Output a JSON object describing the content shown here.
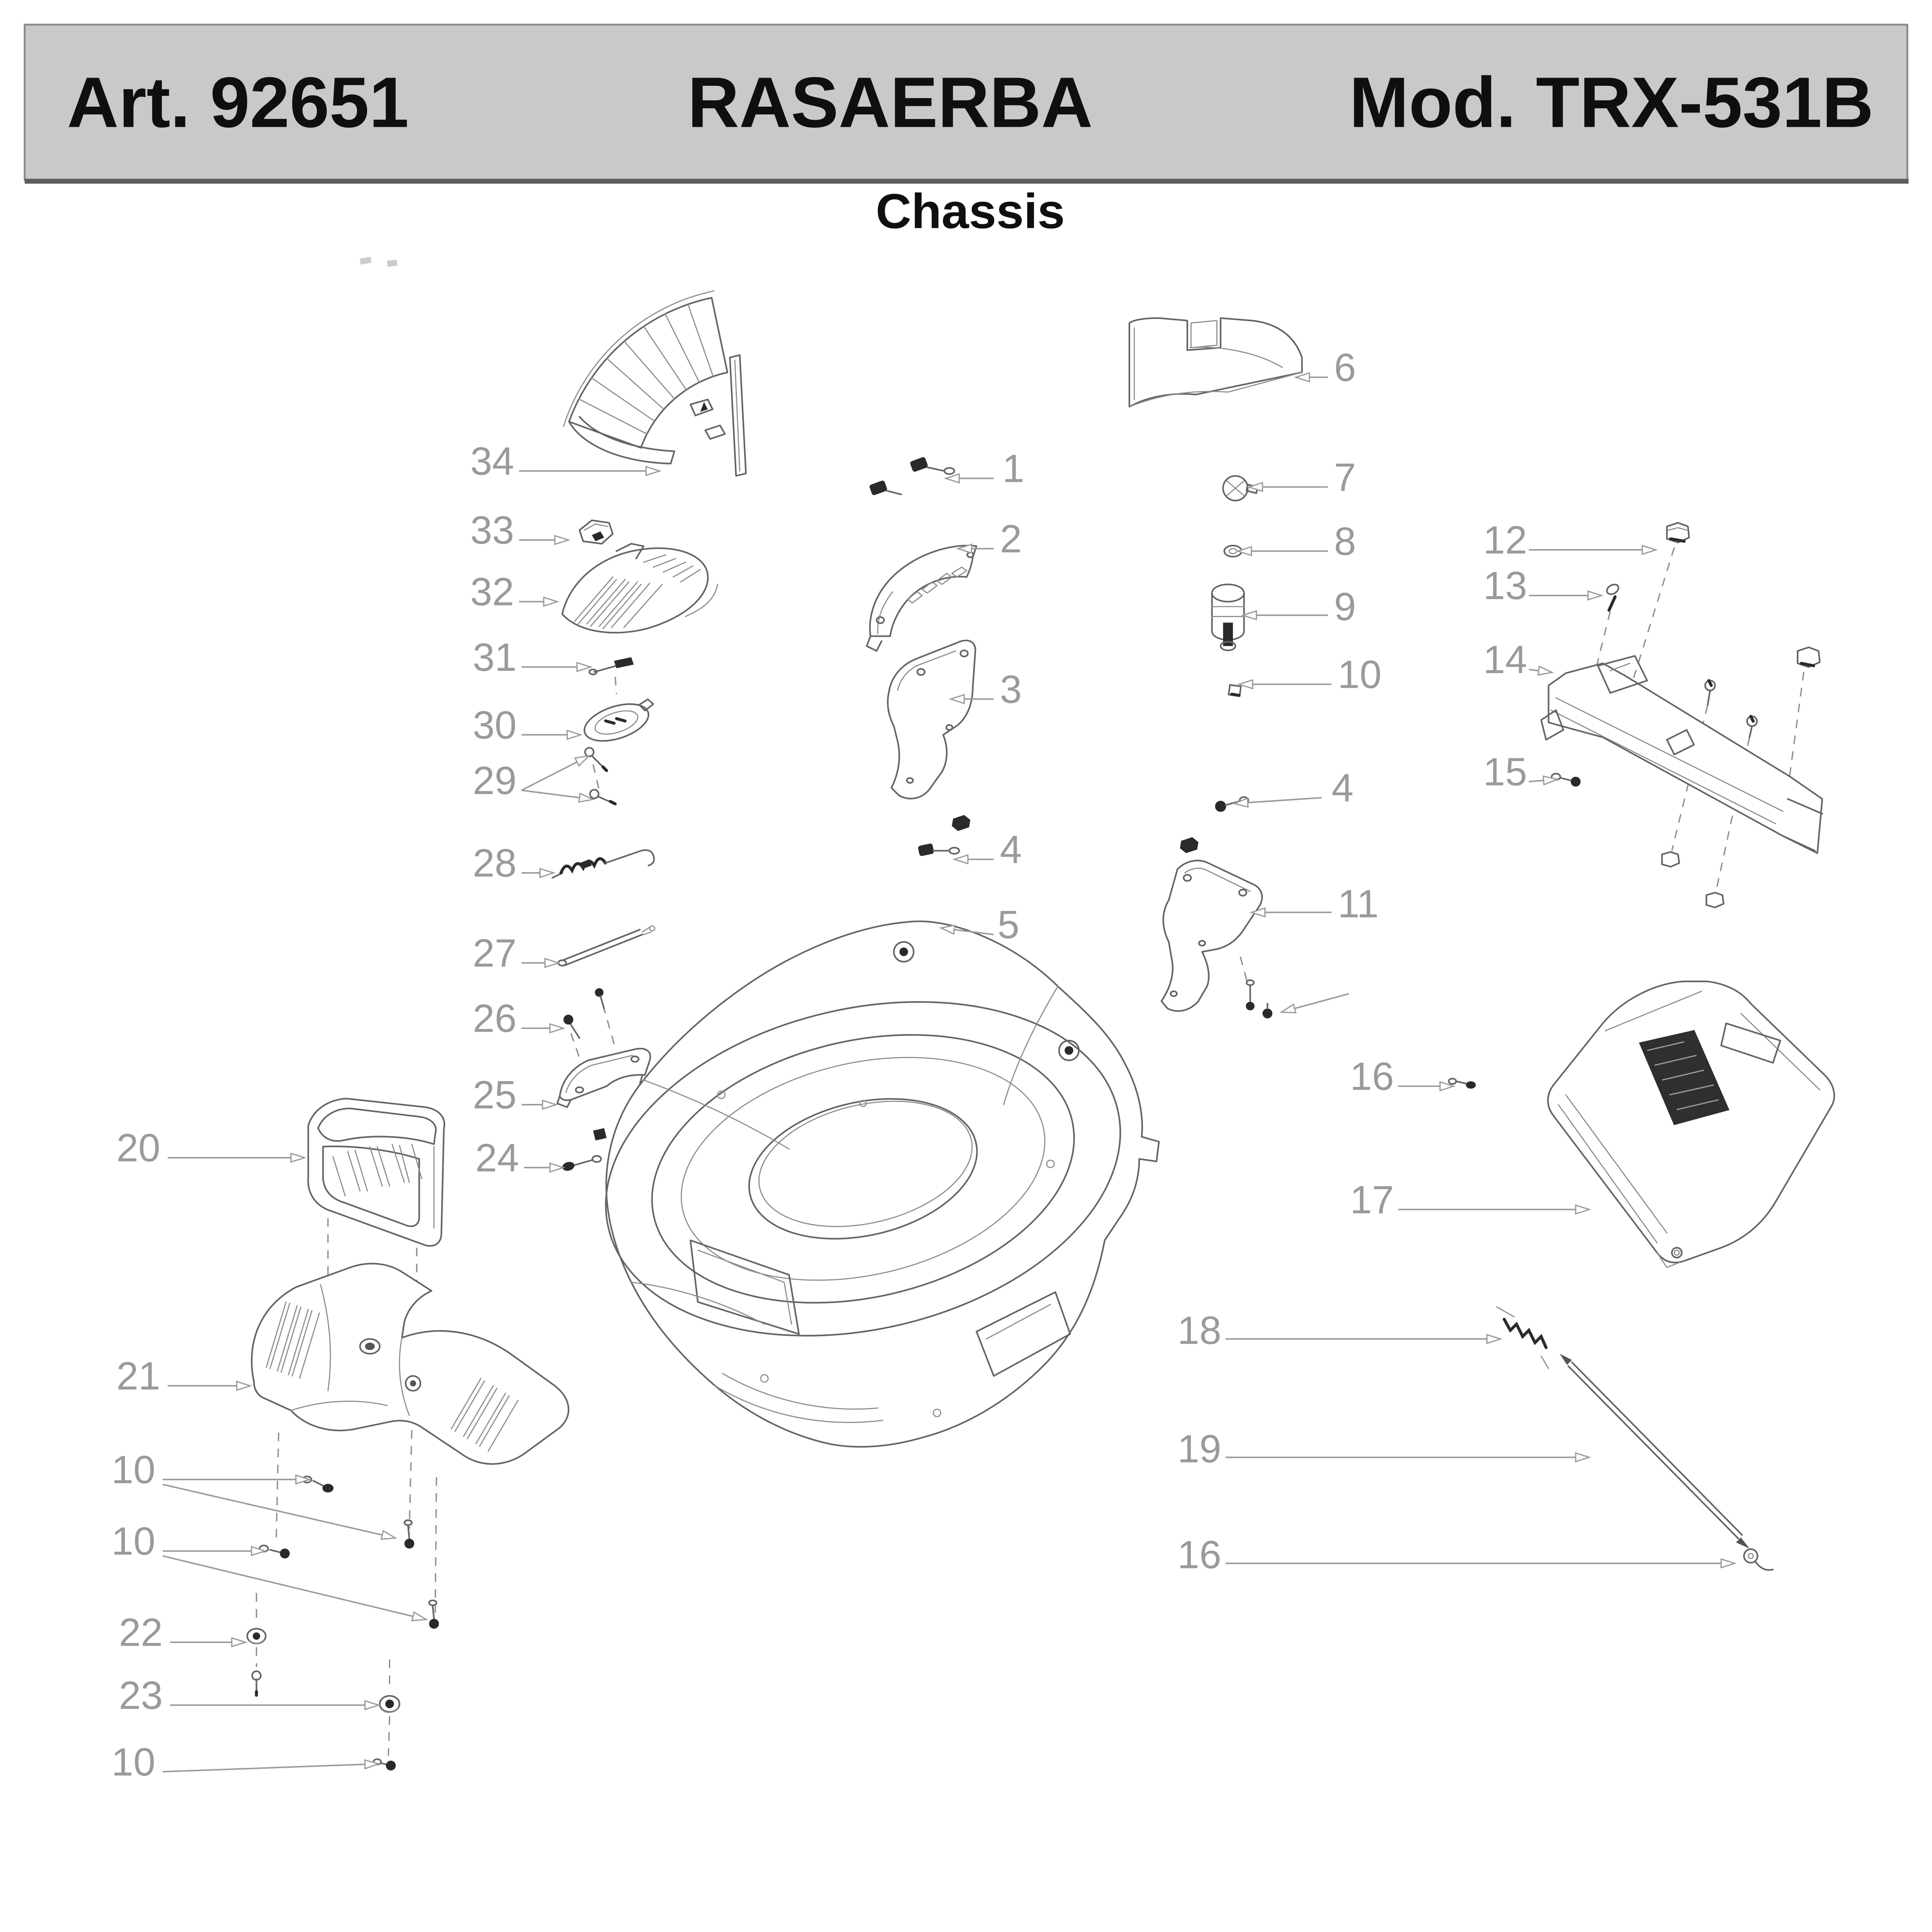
{
  "header": {
    "article": "Art. 92651",
    "product": "RASAERBA",
    "model": "Mod. TRX-531B"
  },
  "title": "Chassis",
  "colors": {
    "background": "#ffffff",
    "header_bg": "#c9c9c9",
    "header_border": "#8a8a8a",
    "header_text": "#0f0f0f",
    "callout_gray": "#9a9a9a",
    "line_gray": "#646464",
    "dark_part": "#2a2a2a"
  },
  "callouts": [
    {
      "label": "34"
    },
    {
      "label": "33"
    },
    {
      "label": "32"
    },
    {
      "label": "31"
    },
    {
      "label": "30"
    },
    {
      "label": "29"
    },
    {
      "label": "28"
    },
    {
      "label": "27"
    },
    {
      "label": "26"
    },
    {
      "label": "25"
    },
    {
      "label": "24"
    },
    {
      "label": "20"
    },
    {
      "label": "21"
    },
    {
      "label": "10"
    },
    {
      "label": "10"
    },
    {
      "label": "22"
    },
    {
      "label": "23"
    },
    {
      "label": "10"
    },
    {
      "label": "1"
    },
    {
      "label": "2"
    },
    {
      "label": "3"
    },
    {
      "label": "4"
    },
    {
      "label": "5"
    },
    {
      "label": "6"
    },
    {
      "label": "7"
    },
    {
      "label": "8"
    },
    {
      "label": "9"
    },
    {
      "label": "10"
    },
    {
      "label": "4"
    },
    {
      "label": "11"
    },
    {
      "label": "16"
    },
    {
      "label": "17"
    },
    {
      "label": "18"
    },
    {
      "label": "19"
    },
    {
      "label": "16"
    },
    {
      "label": "12"
    },
    {
      "label": "13"
    },
    {
      "label": "14"
    },
    {
      "label": "15"
    }
  ]
}
